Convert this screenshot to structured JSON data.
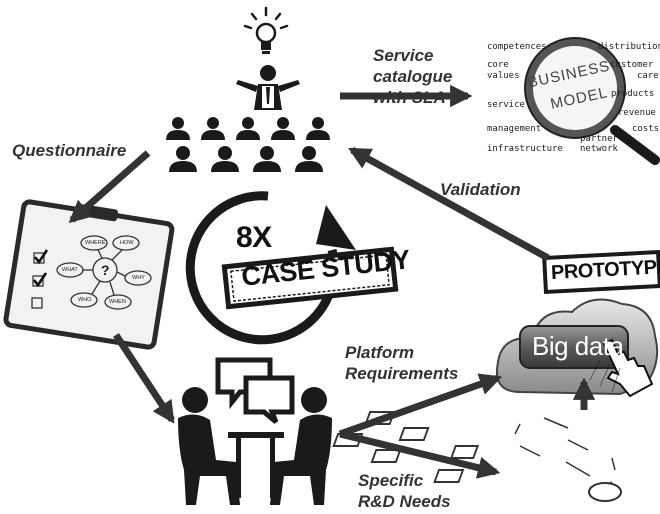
{
  "labels": {
    "service_catalogue": "Service\ncatalogue\nwith SLA",
    "questionnaire": "Questionnaire",
    "validation": "Validation",
    "platform_requirements": "Platform\nRequirements",
    "specific_needs": "Specific\nR&D Needs"
  },
  "cycle": {
    "count": "8X",
    "stamp": "CASE STUDY"
  },
  "prototype_stamp": "PROTOTYPE",
  "big_data_button": "Big data",
  "business_model": {
    "lens_line1": "BUSINESS",
    "lens_line2": "MODEL",
    "words": [
      "competences",
      "distribution",
      "core",
      "customer",
      "values",
      "care",
      "service",
      "products",
      "revenue",
      "management",
      "costs",
      "partner",
      "infrastructure",
      "network"
    ]
  },
  "clipboard_bubbles": [
    "WHERE",
    "HOW",
    "WHAT",
    "?",
    "WHY",
    "WHO",
    "WHEN"
  ],
  "colors": {
    "arrow": "#333333",
    "label": "#333333",
    "icon_dark": "#1a1a1a"
  }
}
